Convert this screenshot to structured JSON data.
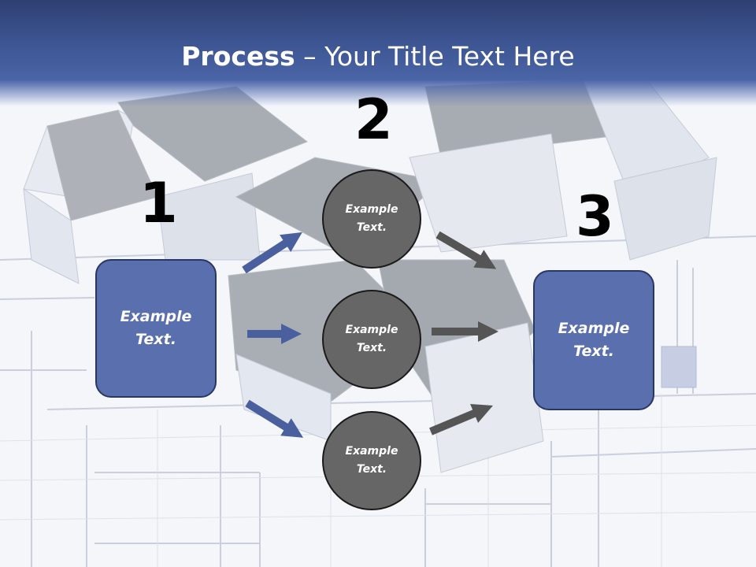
{
  "title": {
    "bold": "Process",
    "separator": " – ",
    "rest": "Your Title Text Here"
  },
  "steps": [
    {
      "number": "1",
      "text": "Example\nText."
    },
    {
      "number": "2"
    },
    {
      "number": "3",
      "text": "Example\nText."
    }
  ],
  "circles": [
    {
      "text": "Example\nText."
    },
    {
      "text": "Example\nText."
    },
    {
      "text": "Example\nText."
    }
  ],
  "colors": {
    "header": "#3d5592",
    "box_fill": "#5a6fae",
    "box_border": "#2a3766",
    "circle_fill": "#666666",
    "blue_arrow": "#4a5f9e",
    "gray_arrow": "#555555"
  }
}
